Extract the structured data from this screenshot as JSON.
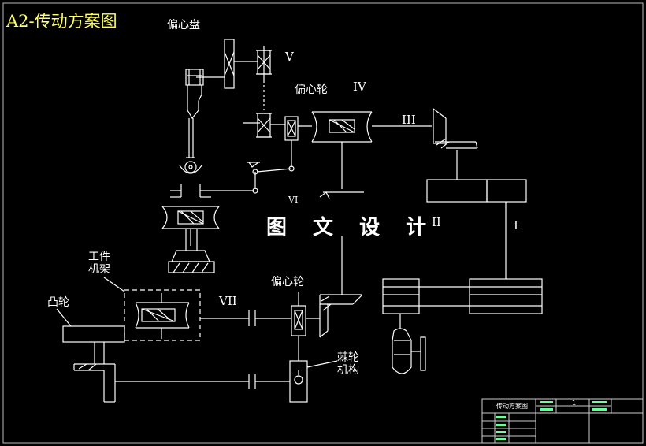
{
  "title": "A2-传动方案图",
  "watermark": "图 文 设 计",
  "labels": {
    "eccentric_disc": "偏心盘",
    "eccentric_wheel_top": "偏心轮",
    "eccentric_wheel_bottom": "偏心轮",
    "workpiece_frame_line1": "工件",
    "workpiece_frame_line2": "机架",
    "cam": "凸轮",
    "ratchet_line1": "棘轮",
    "ratchet_line2": "机构"
  },
  "shafts": {
    "I": "I",
    "II": "II",
    "III": "III",
    "IV": "IV",
    "V": "V",
    "VI": "VI",
    "VII": "VII"
  },
  "title_block": {
    "drawing_name": "传动方案图",
    "scale_value": "1"
  },
  "colors": {
    "background": "#000000",
    "lines": "#ffffff",
    "title": "#ffff66",
    "frame": "#cccccc",
    "highlight": "#66ff99"
  }
}
